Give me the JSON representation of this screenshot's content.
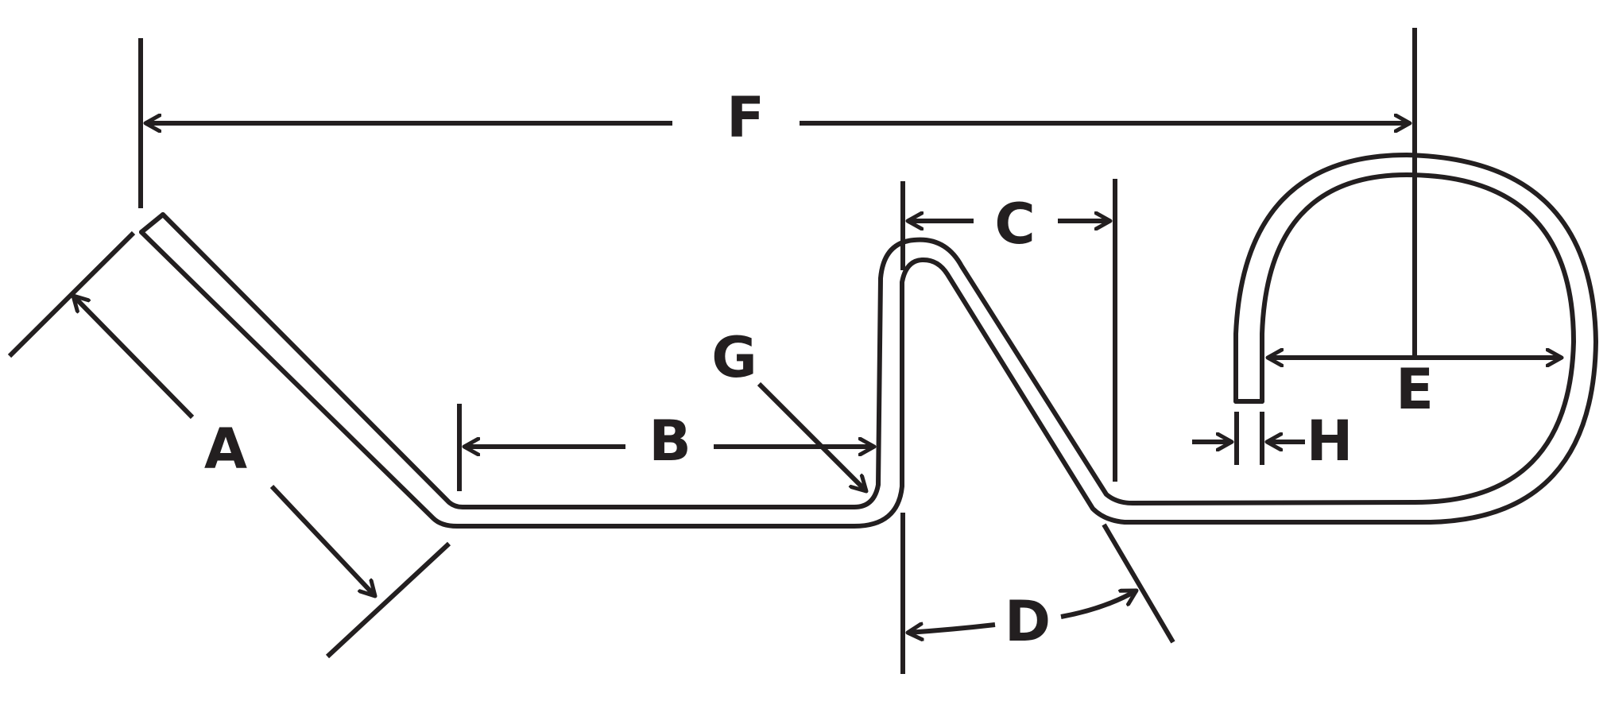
{
  "labels": {
    "a": "A",
    "b": "B",
    "c": "C",
    "d": "D",
    "e": "E",
    "f": "F",
    "g": "G",
    "h": "H"
  },
  "colors": {
    "ink": "#231f20",
    "background": "#ffffff"
  }
}
